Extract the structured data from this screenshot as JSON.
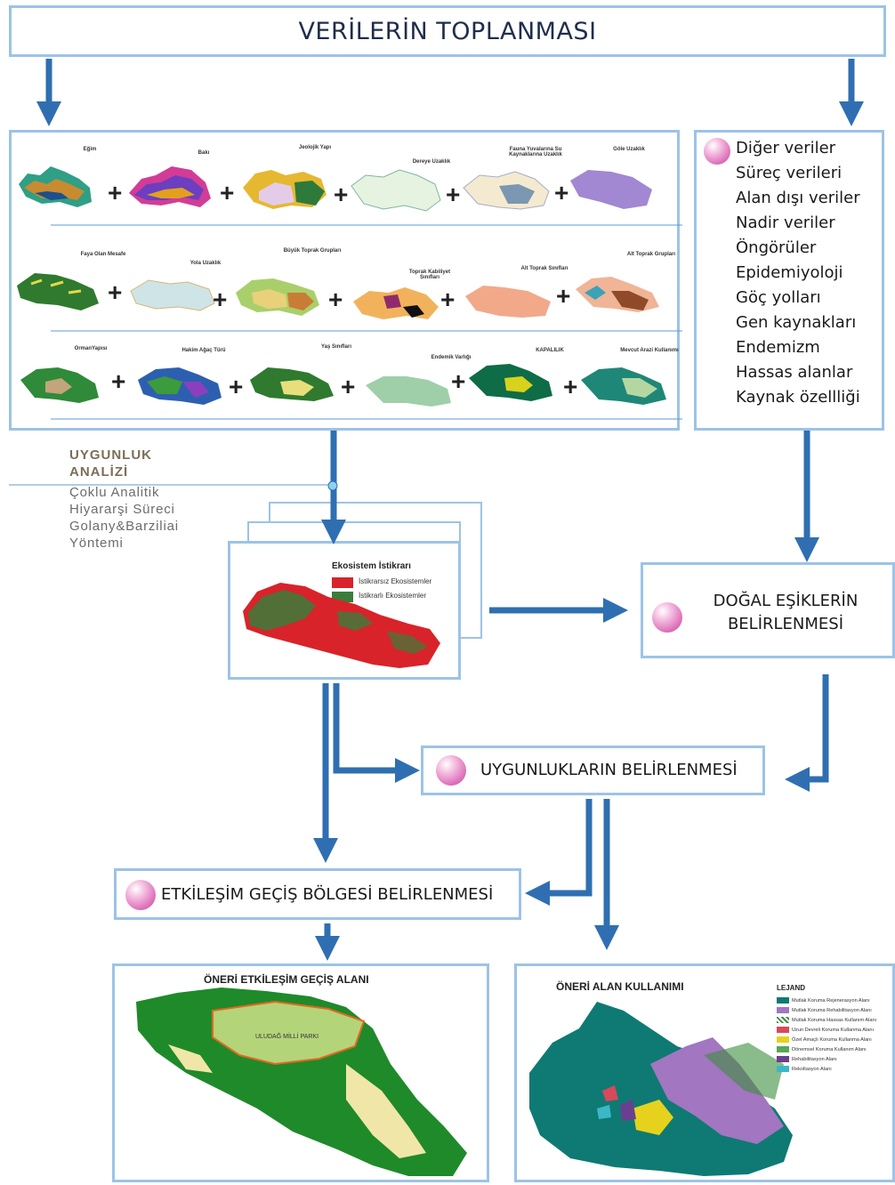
{
  "header": {
    "title": "VERİLERİN TOPLANMASI"
  },
  "other_data": {
    "items": [
      "Diğer veriler",
      "Süreç verileri",
      "Alan dışı veriler",
      "Nadir veriler",
      "Öngörüler",
      "Epidemiyoloji",
      "Göç yolları",
      "Gen kaynakları",
      "Endemizm",
      "Hassas alanlar",
      "Kaynak özellliği"
    ]
  },
  "maps": {
    "row1": [
      "Eğim",
      "Bakı",
      "Jeolojik Yapı",
      "Dereye Uzaklık",
      "Fauna Yuvalarına Su Kaynaklarına Uzaklık",
      "Göle Uzaklık"
    ],
    "row2": [
      "Faya Olan Mesafe",
      "Yola Uzaklık",
      "Büyük Toprak Grupları",
      "Toprak Kabiliyet Sınıfları",
      "Alt Toprak Sınıfları",
      "Alt Toprak Grupları"
    ],
    "row3": [
      "OrmanYapısı",
      "Hakim Ağaç Türü",
      "Yaş Sınıfları",
      "Endemik Varlığı",
      "KAPALILIK",
      "Mevcut Arazi Kullanımı"
    ]
  },
  "analysis": {
    "title_line1": "UYGUNLUK",
    "title_line2": "ANALİZİ",
    "methods": [
      "Çoklu Analitik",
      "Hiyararşi Süreci",
      "Golany&Barziliai",
      "Yöntemi"
    ]
  },
  "ecosystem_map": {
    "title": "Ekosistem İstikrarı",
    "legend": [
      {
        "label": "İstikrarsız Ekosistemler",
        "color": "#d8232a"
      },
      {
        "label": "İstikrarlı Ekosistemler",
        "color": "#3a7d3a"
      }
    ]
  },
  "steps": {
    "natural_thresholds_line1": "DOĞAL EŞİKLERİN",
    "natural_thresholds_line2": "BELİRLENMESİ",
    "suitability": "UYGUNLUKLARIN BELİRLENMESİ",
    "interaction": "ETKİLEŞİM GEÇİŞ BÖLGESİ BELİRLENMESİ"
  },
  "result_left": {
    "title": "ÖNERİ ETKİLEŞİM GEÇİŞ ALANI",
    "park_label": "ULUDAĞ MİLLİ PARKI"
  },
  "result_right": {
    "title": "ÖNERİ ALAN KULLANIMI",
    "legend_title": "LEJAND",
    "legend": [
      {
        "label": "Mutlak Koruma Rejenerasyon Alanı",
        "color": "#0e7a73"
      },
      {
        "label": "Mutlak Koruma Rehabilitasyon Alanı",
        "color": "#a276c0"
      },
      {
        "label": "Mutlak Koruma Hassas Kullanım Alanı",
        "color": "#3c8d3c"
      },
      {
        "label": "Uzun Devreli Koruma Kullanma Alanı",
        "color": "#d8495a"
      },
      {
        "label": "Özel Amaçlı Koruma Kullanma Alanı",
        "color": "#e6d21c"
      },
      {
        "label": "Dönemsel Koruma Kullanım Alanı",
        "color": "#5aa65a"
      },
      {
        "label": "Rehabilitasyon Alanı",
        "color": "#6b3f8f"
      },
      {
        "label": "Rekoltasyon Alanı",
        "color": "#3bb8c8"
      }
    ]
  },
  "colors": {
    "arrow": "#2f6fb1",
    "border": "#9cc3e6",
    "bullet": "#e27abf"
  }
}
